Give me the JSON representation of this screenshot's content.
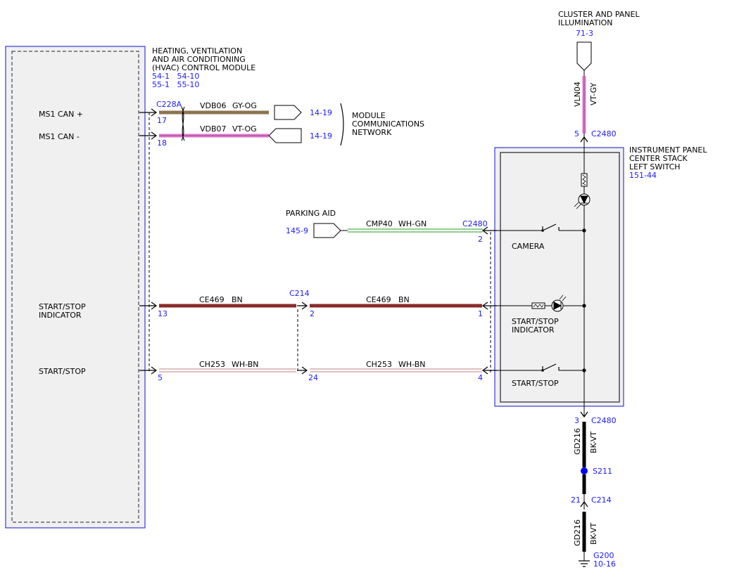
{
  "modules": {
    "hvac": {
      "name_lines": [
        "HEATING, VENTILATION",
        "AND AIR CONDITIONING",
        "(HVAC) CONTROL MODULE"
      ],
      "refs": [
        "54-1   54-10",
        "55-1   55-10"
      ]
    },
    "switch": {
      "name_lines": [
        "INSTRUMENT PANEL",
        "CENTER STACK",
        "LEFT SWITCH"
      ],
      "ref": "151-44"
    }
  },
  "pins": {
    "ms1_can_plus": "MS1 CAN +",
    "ms1_can_minus": "MS1 CAN -",
    "start_stop_indicator": [
      "START/STOP",
      "INDICATOR"
    ],
    "start_stop": "START/STOP"
  },
  "connectors": {
    "c228a": "C228A",
    "c214": "C214",
    "c2480": "C2480",
    "splice": "S211",
    "ground": "G200",
    "ground_ref": "10-16"
  },
  "pin_numbers": {
    "c228a_17": "17",
    "c228a_18": "18",
    "hvac_13": "13",
    "hvac_5": "5",
    "c214_2": "2",
    "c214_24": "24",
    "sw_2": "2",
    "sw_1": "1",
    "sw_4": "4",
    "sw_5": "5",
    "sw_3": "3",
    "c214_21": "21"
  },
  "wires": {
    "vdb06": {
      "circuit": "VDB06",
      "color": "GY-OG"
    },
    "vdb07": {
      "circuit": "VDB07",
      "color": "VT-OG"
    },
    "cmp40": {
      "circuit": "CMP40",
      "color": "WH-GN"
    },
    "ce469": {
      "circuit": "CE469",
      "color": "BN"
    },
    "ch253": {
      "circuit": "CH253",
      "color": "WH-BN"
    },
    "vln04": {
      "circuit": "VLN04",
      "color": "VT-GY"
    },
    "gd216": {
      "circuit": "GD216",
      "color": "BK-VT"
    }
  },
  "refs": {
    "net_14_19_a": "14-19",
    "net_14_19_b": "14-19",
    "network_lines": [
      "MODULE",
      "COMMUNICATIONS",
      "NETWORK"
    ],
    "parking_aid": "PARKING AID",
    "parking_ref": "145-9",
    "cluster_lines": [
      "CLUSTER AND PANEL",
      "ILLUMINATION"
    ],
    "cluster_ref": "71-3"
  },
  "internal_labels": {
    "camera": "CAMERA",
    "ss_indicator": [
      "START/STOP",
      "INDICATOR"
    ],
    "start_stop": "START/STOP"
  },
  "colors": {
    "module_border": "#3a3ad8",
    "module_fill": "#f0f0f0",
    "ref_text": "#1a1aff",
    "brown": "#8b2b2b",
    "tan": "#8c7450",
    "pink": "#e07ad0",
    "green": "#2a9a2a",
    "black": "#000000"
  }
}
